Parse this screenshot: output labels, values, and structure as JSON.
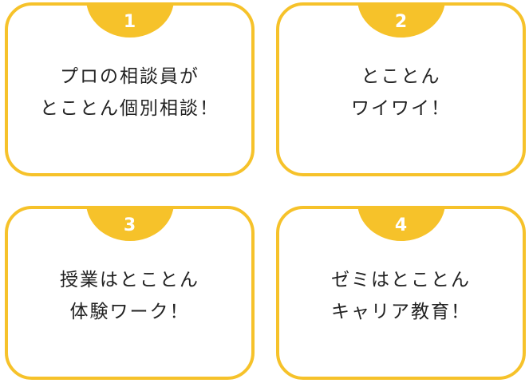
{
  "cards": [
    {
      "number": "1",
      "lines": [
        "プロの相談員が",
        "とことん個別相談！"
      ]
    },
    {
      "number": "2",
      "lines": [
        "とことん",
        "ワイワイ！"
      ]
    },
    {
      "number": "3",
      "lines": [
        "授業はとことん",
        "体験ワーク！"
      ]
    },
    {
      "number": "4",
      "lines": [
        "ゼミはとことん",
        "キャリア教育！"
      ]
    }
  ],
  "colors": {
    "accent": "#f6c22a",
    "text": "#222222",
    "number_text": "#ffffff"
  }
}
